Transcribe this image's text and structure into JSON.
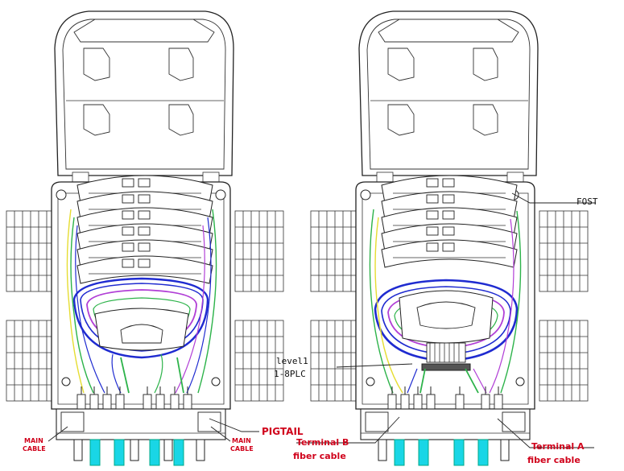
{
  "left_box": {
    "labels": {
      "pigtail": "PIGTAIL",
      "main_cable_left_1": "MAIN",
      "main_cable_left_2": "CABLE",
      "main_cable_right_1": "MAIN",
      "main_cable_right_2": "CABLE"
    }
  },
  "right_box": {
    "labels": {
      "fost": "FOST",
      "level_1": "level1",
      "level_2": "1-8PLC",
      "terminal_b_1": "Terminal B",
      "terminal_b_2": "fiber  cable",
      "terminal_a_1": "Terminal A",
      "terminal_a_2": "fiber  cable"
    }
  },
  "colors": {
    "outline": "#222222",
    "fiber_blue": "#1f2bd0",
    "fiber_purple": "#b13fd6",
    "fiber_green": "#2db34a",
    "fiber_yellow": "#e6dd32",
    "fiber_cyan": "#19d6e6",
    "label_red": "#d0021b"
  }
}
